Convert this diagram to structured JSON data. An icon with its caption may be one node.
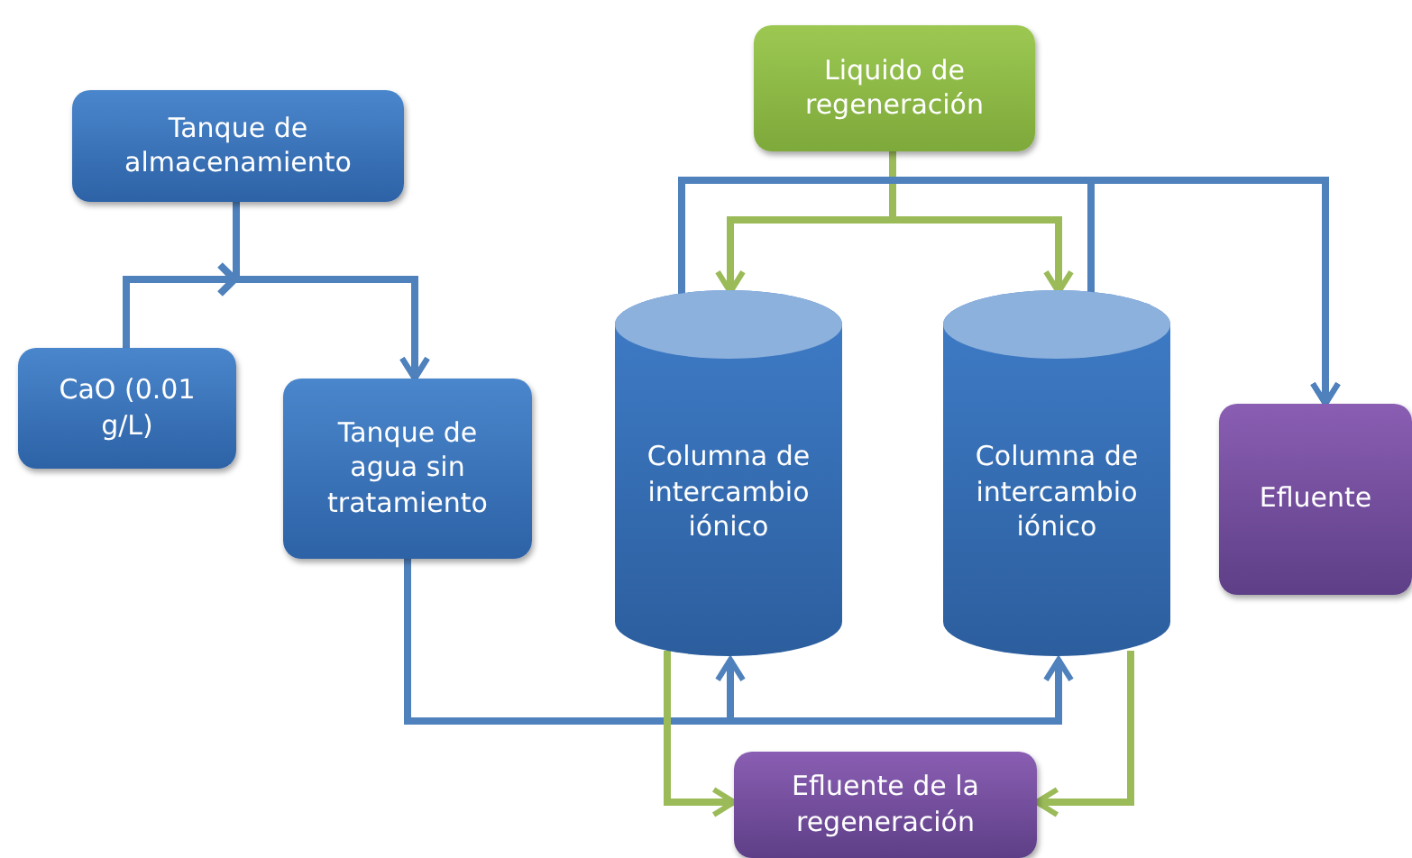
{
  "diagram": {
    "nodes": [
      {
        "text": [
          "Tanque de almacenamiento"
        ]
      },
      {
        "text": [
          "CaO (0.01 g/L)"
        ]
      },
      {
        "text": [
          "Tanque de agua sin tratamiento"
        ]
      },
      {
        "text": [
          "Liquido de regeneración"
        ]
      },
      {
        "text": [
          "Columna de intercambio iónico"
        ]
      },
      {
        "text": [
          "Columna de intercambio iónico"
        ]
      },
      {
        "text": [
          "Efluente"
        ]
      },
      {
        "text": [
          "Efluente de la regeneración"
        ]
      }
    ],
    "edges": [
      {
        "from": 0,
        "to": 2,
        "arrow": "to"
      },
      {
        "from": 1,
        "to": 2,
        "arrow": "to"
      },
      {
        "from": 2,
        "to": 4,
        "arrow": "to"
      },
      {
        "from": 2,
        "to": 5,
        "arrow": "to"
      },
      {
        "from": 3,
        "to": 4,
        "arrow": "to",
        "color": "#9bbb59"
      },
      {
        "from": 3,
        "to": 5,
        "arrow": "to",
        "color": "#9bbb59"
      },
      {
        "from": 4,
        "to": 6,
        "arrow": "to"
      },
      {
        "from": 5,
        "to": 6,
        "arrow": "to"
      },
      {
        "from": 4,
        "to": 7,
        "arrow": "to",
        "color": "#9bbb59"
      },
      {
        "from": 5,
        "to": 7,
        "arrow": "to",
        "color": "#9bbb59"
      }
    ]
  }
}
